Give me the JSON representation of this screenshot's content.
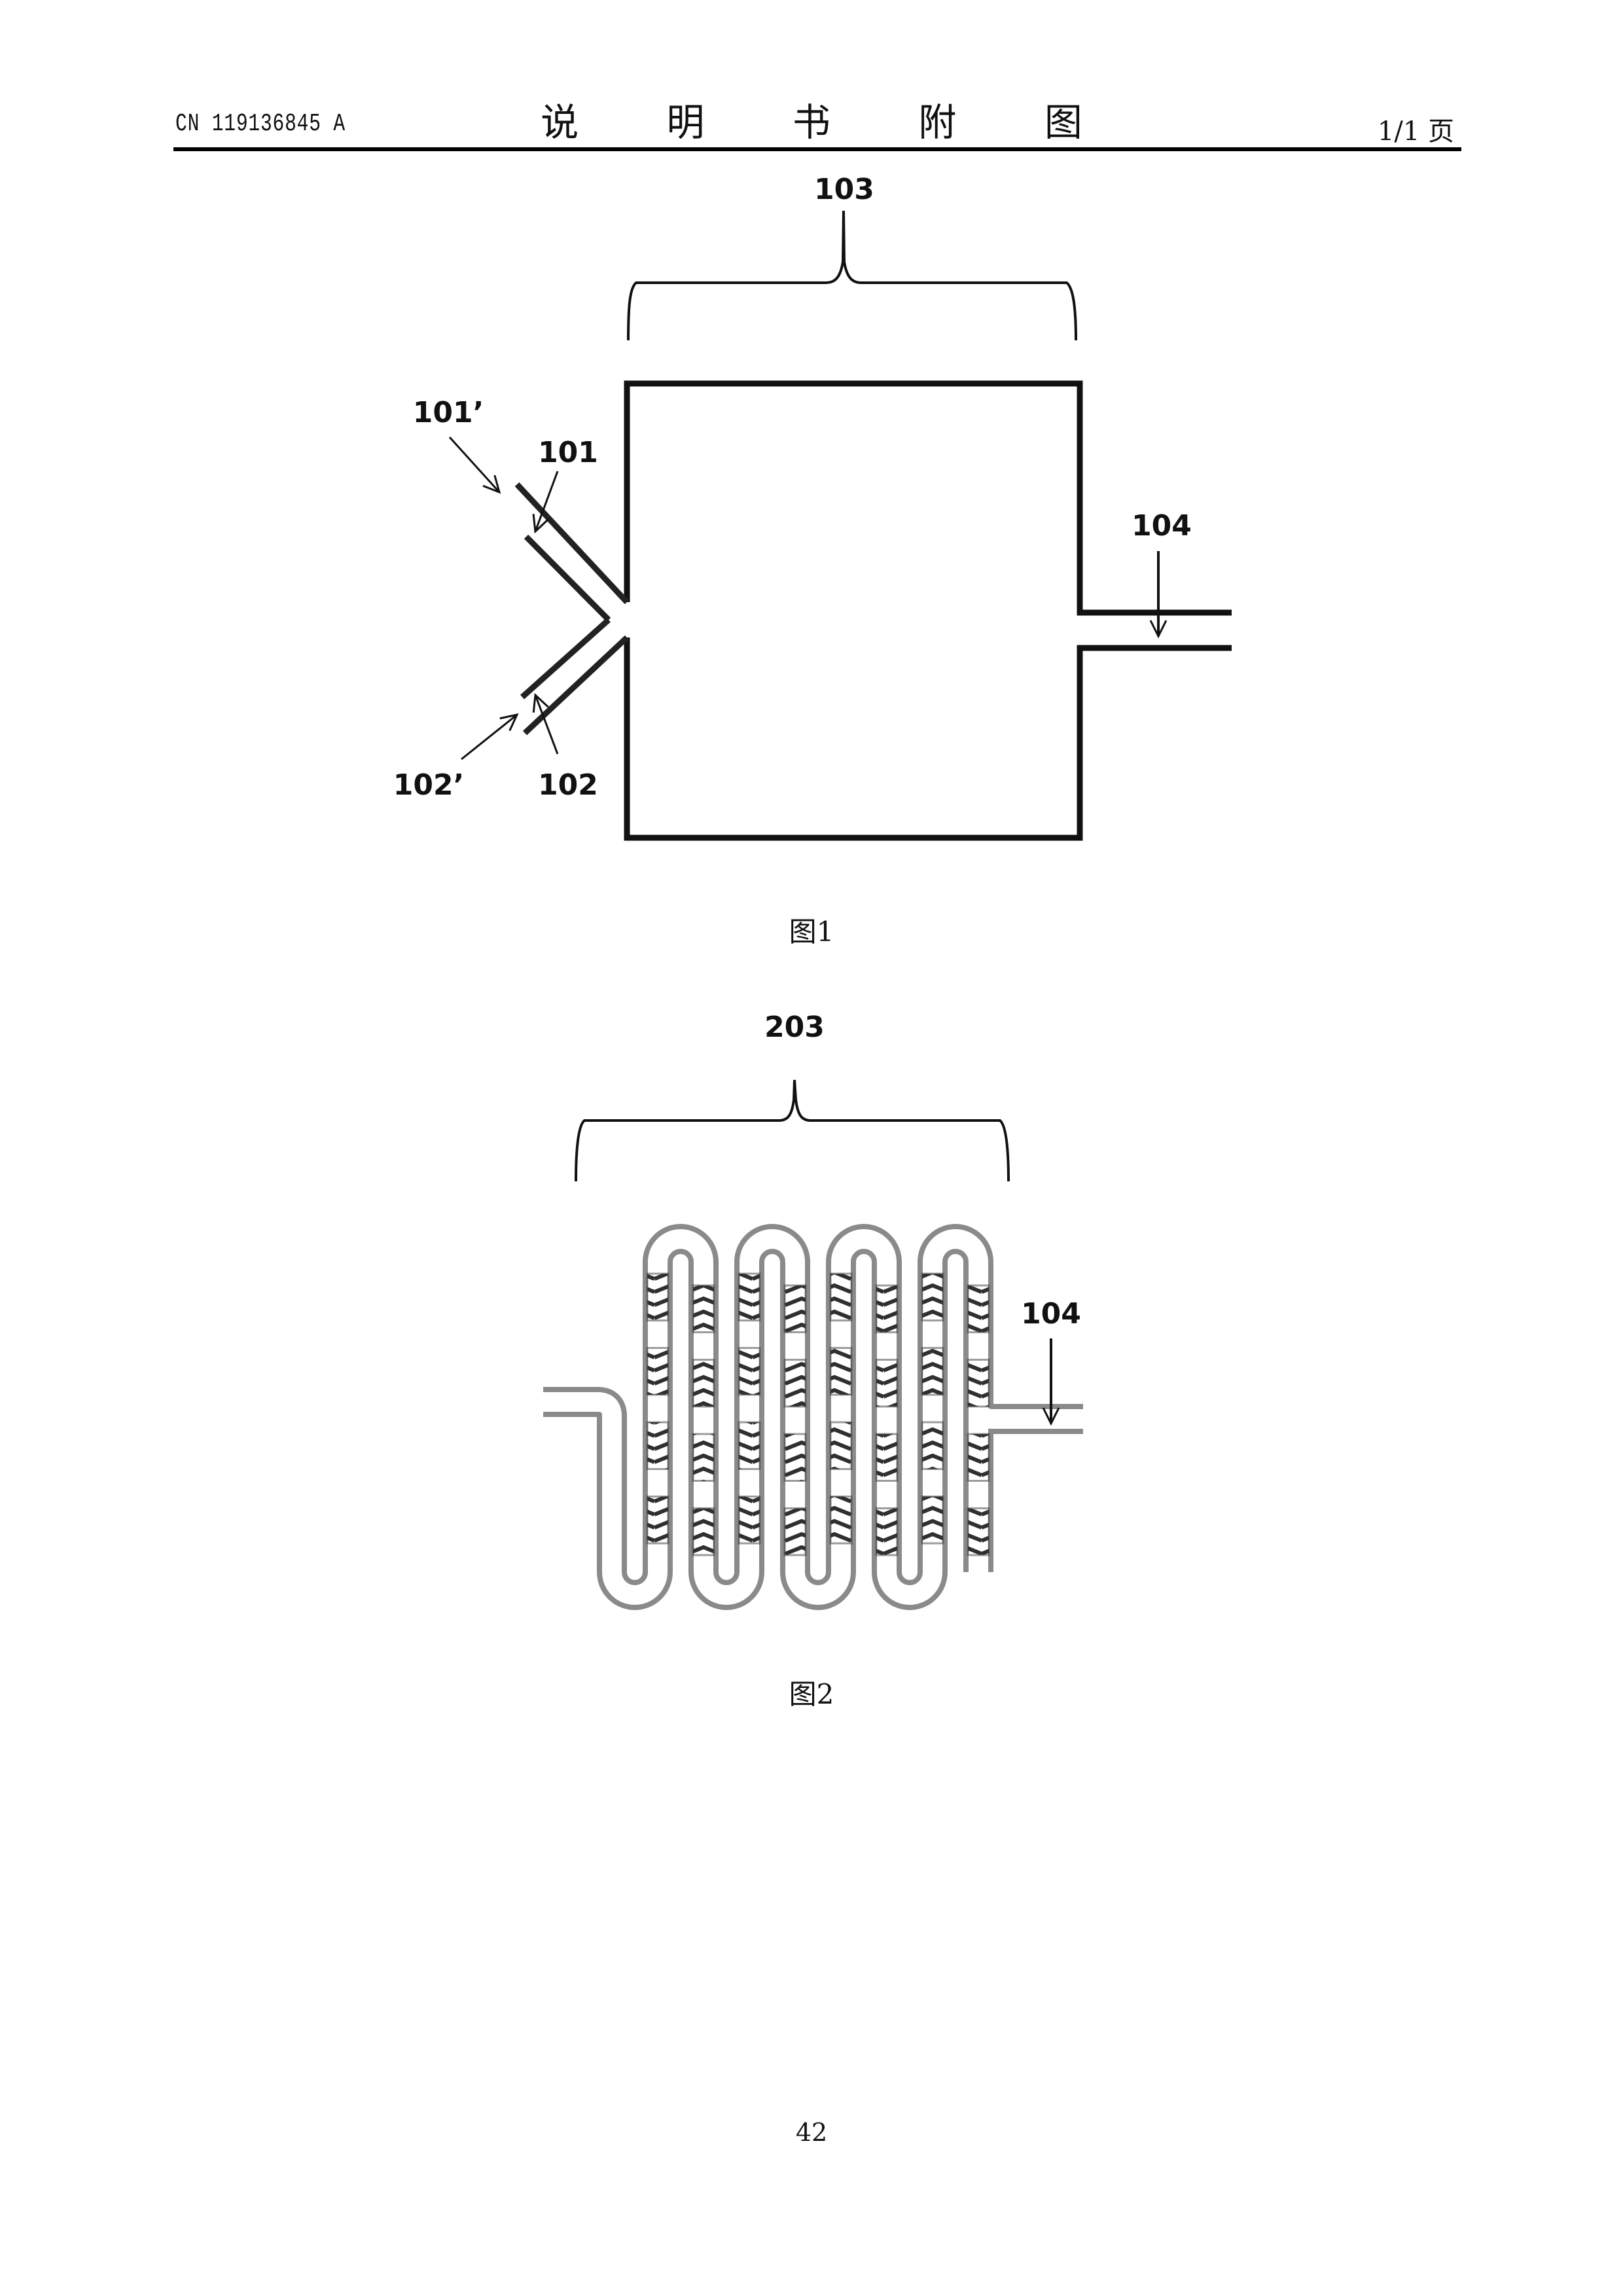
{
  "header": {
    "publication_number": "CN 119136845 A",
    "section_title": "说 明 书 附 图",
    "page_indicator": "1/1 页"
  },
  "figures": [
    {
      "id": "fig1",
      "caption": "图1",
      "labels": {
        "mixing_chamber": "103",
        "inlet_1": "101",
        "inlet_1_prime": "101’",
        "inlet_2": "102",
        "inlet_2_prime": "102’",
        "outlet": "104"
      }
    },
    {
      "id": "fig2",
      "caption": "图2",
      "labels": {
        "serpentine_mixer": "203",
        "outlet": "104"
      },
      "serpentine_channel_count": 8,
      "chevron_groups_per_channel": 4
    }
  ],
  "footer": {
    "page_number": "42"
  },
  "colors": {
    "ink": "#111111",
    "channel_gray": "#8a8a8a",
    "chevron_dark": "#3a3a3a"
  }
}
